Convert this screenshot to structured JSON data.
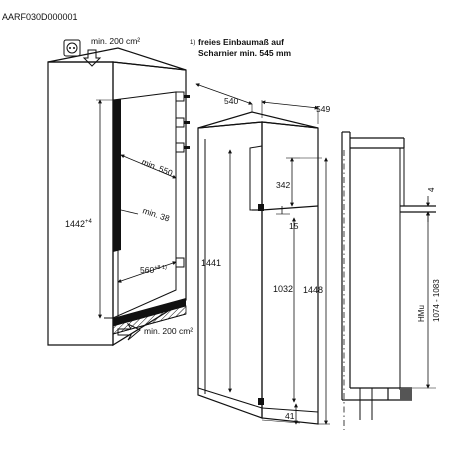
{
  "drawing_code": "AARF030D000001",
  "note_hinge_line1": "freies Einbaumaß auf",
  "note_hinge_line2": "Scharnier min. 545 mm",
  "note_hinge_mark": "1)",
  "vent_top": "min. 200 cm²",
  "vent_bottom": "min. 200 cm²",
  "dimensions": {
    "niche_height": "1442",
    "niche_height_sup": "+4",
    "niche_depth_min": "min. 550",
    "side_gap_min": "min. 38",
    "niche_width": "560",
    "niche_width_sup": "+8 1)",
    "door_opening": "540",
    "appliance_depth": "549",
    "freezer_door": "342",
    "door_gap": "15",
    "appliance_height": "1441",
    "fridge_door": "1032",
    "total_height": "1448",
    "bottom_offset": "41",
    "hmu_label": "HMu",
    "hmu_range": "1074 - 1083",
    "top_offset": "4"
  }
}
